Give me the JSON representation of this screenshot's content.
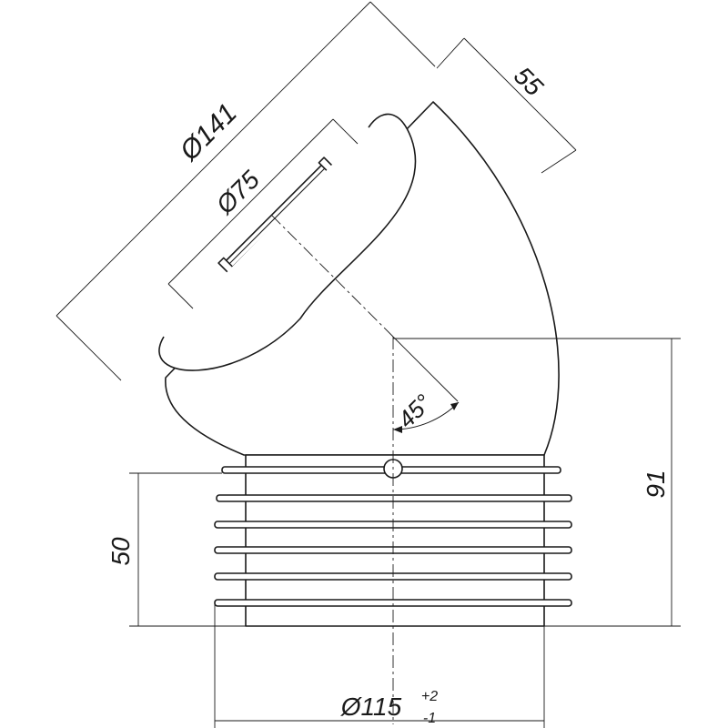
{
  "drawing": {
    "dimensions": {
      "outer_diameter": "Ø141",
      "inner_diameter": "Ø75",
      "socket_depth": "55",
      "angle": "45°",
      "total_height": "91",
      "ribbed_length": "50",
      "base_diameter": "Ø115",
      "tolerance_upper": "+2",
      "tolerance_lower": "-1"
    }
  }
}
